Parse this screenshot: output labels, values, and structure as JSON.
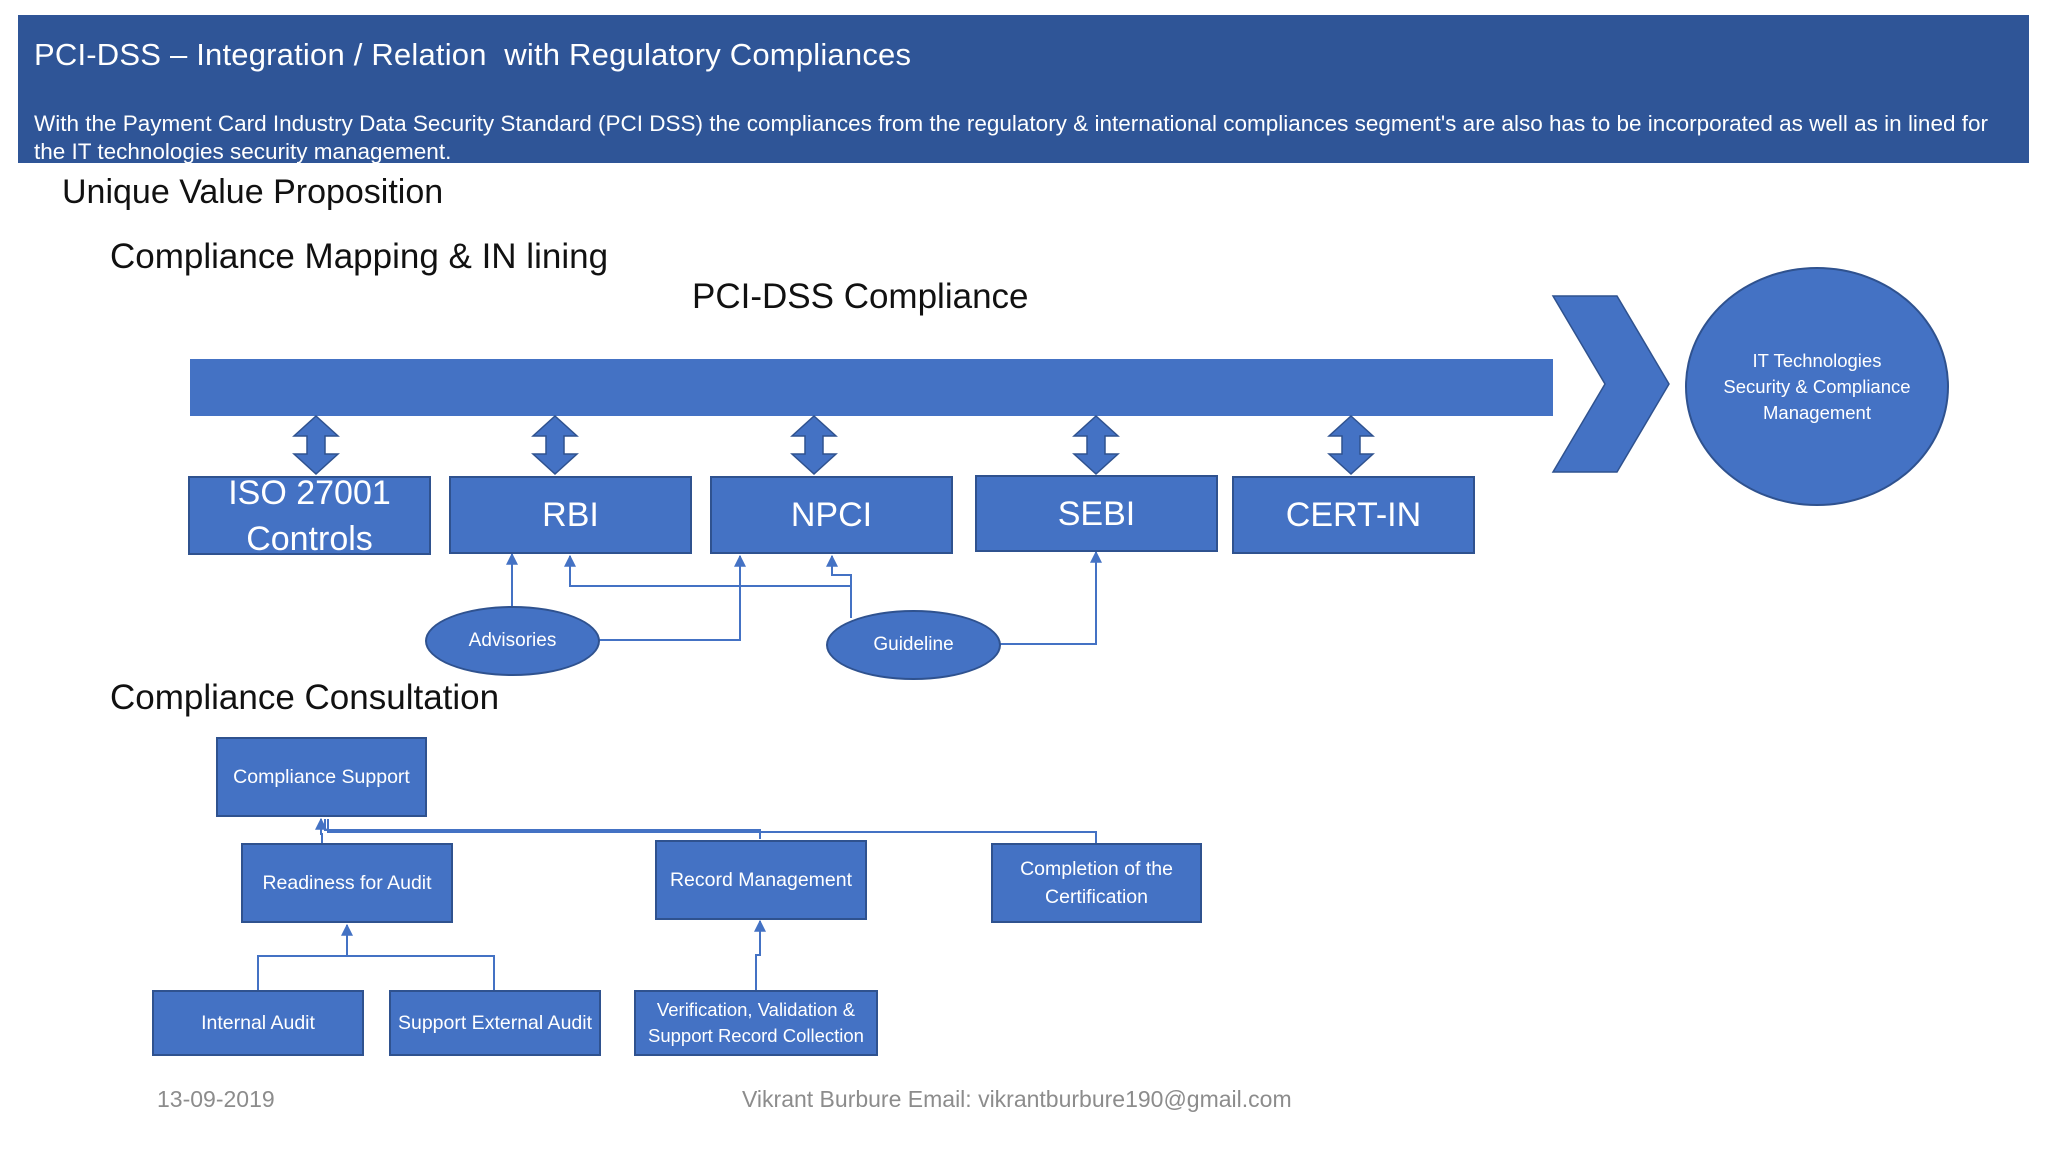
{
  "header": {
    "title": "PCI-DSS – Integration / Relation  with Regulatory Compliances",
    "description": "With the Payment Card Industry Data Security Standard (PCI DSS) the compliances from the regulatory & international compliances segment's are also has to be incorporated as well as in lined for the IT technologies security management."
  },
  "headings": {
    "uvp": "Unique Value Proposition",
    "mapping": "Compliance Mapping & IN lining",
    "pci": "PCI-DSS Compliance",
    "consultation": "Compliance Consultation"
  },
  "mapping": {
    "boxes": {
      "iso": "ISO 27001 Controls",
      "rbi": "RBI",
      "npci": "NPCI",
      "sebi": "SEBI",
      "certin": "CERT-IN"
    },
    "advisories": "Advisories",
    "guideline": "Guideline",
    "target": "IT Technologies Security & Compliance Management"
  },
  "consultation": {
    "support": "Compliance Support",
    "readiness": "Readiness for Audit",
    "record": "Record Management",
    "completion": "Completion of the Certification",
    "internal": "Internal Audit",
    "external": "Support External Audit",
    "verification": "Verification, Validation & Support Record Collection"
  },
  "footer": {
    "date": "13-09-2019",
    "author": "Vikrant Burbure Email: vikrantburbure190@gmail.com"
  },
  "colors": {
    "header_bg": "#2f5597",
    "shape_fill": "#4472c4",
    "shape_border": "#2f528f",
    "footer_text": "#8c8c8c"
  }
}
